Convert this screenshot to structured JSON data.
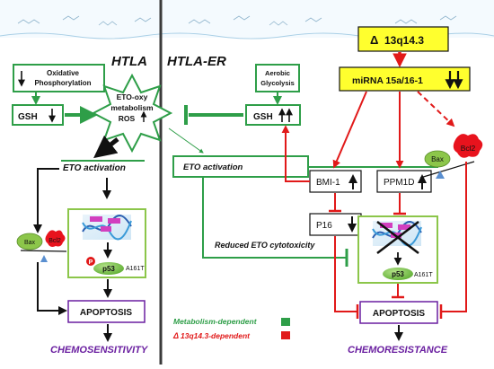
{
  "titles": {
    "left": "HTLA",
    "right": "HTLA-ER"
  },
  "left": {
    "oxphos": [
      "Oxidative",
      "Phosphorylation"
    ],
    "gsh": "GSH",
    "eto_metab": [
      "ETO-oxy",
      "metabolism",
      "ROS"
    ],
    "eto_activation": "ETO  activation",
    "bax": "Bax",
    "bcl2": "Bcl2",
    "p": "P",
    "p53": "p53",
    "a161t": "A161T",
    "apoptosis": "APOPTOSIS",
    "outcome": "CHEMOSENSITIVITY"
  },
  "right": {
    "aerobic": [
      "Aerobic",
      "Glycolysis"
    ],
    "gsh": "GSH",
    "eto_activation": "ETO activation",
    "reduced": "Reduced ETO cytotoxicity",
    "deletion": "13q14.3",
    "delta": "Δ",
    "mirna": "miRNA 15a/16-1",
    "bmi1": "BMI-1",
    "ppm1d": "PPM1D",
    "p16": "P16",
    "bax": "Bax",
    "bcl2": "Bcl2",
    "p53": "p53",
    "a161t": "A161T",
    "apoptosis": "APOPTOSIS",
    "outcome": "CHEMORESISTANCE"
  },
  "legend": {
    "metabolism": "Metabolism-dependent",
    "deletion": "13q14.3-dependent",
    "delta": "Δ"
  },
  "colors": {
    "green": "#2e9e48",
    "red": "#e11919",
    "purple": "#6a1fa0",
    "yellow": "#ffff2e",
    "bcl2_red": "#e8131d",
    "bax_green": "#8cc64a",
    "divider": "#3a3a3a"
  }
}
